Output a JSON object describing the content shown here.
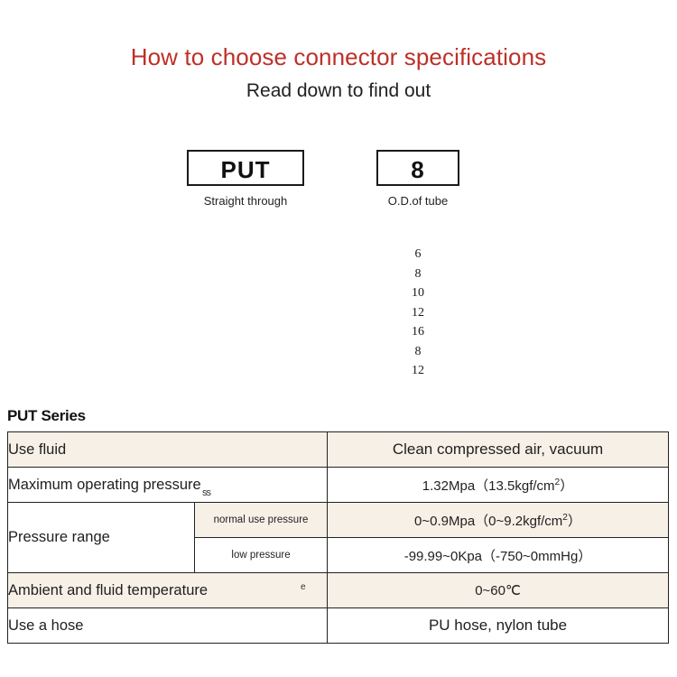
{
  "header": {
    "title": "How to choose connector specifications",
    "subtitle": "Read down to find out",
    "title_color": "#bd3028"
  },
  "code_boxes": [
    {
      "code": "PUT",
      "caption": "Straight through"
    },
    {
      "code": "8",
      "caption": "O.D.of tube"
    }
  ],
  "size_list": [
    "6",
    "8",
    "10",
    "12",
    "16",
    "8",
    "12"
  ],
  "series": {
    "heading": "PUT Series"
  },
  "spec_table": {
    "rows": [
      {
        "label": "Use fluid",
        "sublabel": null,
        "value_prefix": "Clean compressed air, vacuum",
        "value_suffix": null,
        "value_sup": null,
        "value_tail": null,
        "shade": "cream",
        "value_size": "big"
      },
      {
        "label": "Maximum operating pressure",
        "sublabel": null,
        "value_prefix": "1.32Mpa（13.5kgf/cm",
        "value_sup": "2",
        "value_tail": "）",
        "shade": "white",
        "value_size": "normal"
      },
      {
        "label": "Pressure range",
        "sublabel": "normal use pressure",
        "value_prefix": "0~0.9Mpa（0~9.2kgf/cm",
        "value_sup": "2",
        "value_tail": "）",
        "shade": "cream",
        "value_size": "normal"
      },
      {
        "label": null,
        "sublabel": "low pressure",
        "value_prefix": "-99.99~0Kpa（-750~0mmHg）",
        "value_sup": null,
        "value_tail": null,
        "shade": "white",
        "value_size": "normal"
      },
      {
        "label": "Ambient and fluid temperature",
        "sublabel": null,
        "value_prefix": "0~60℃",
        "value_sup": null,
        "value_tail": null,
        "shade": "cream",
        "value_size": "normal"
      },
      {
        "label": "Use a hose",
        "sublabel": null,
        "value_prefix": "PU hose, nylon tube",
        "value_sup": null,
        "value_tail": null,
        "shade": "white",
        "value_size": "big"
      }
    ]
  },
  "artifacts": {
    "overlap_ss": "ss",
    "overlap_e": "e"
  }
}
